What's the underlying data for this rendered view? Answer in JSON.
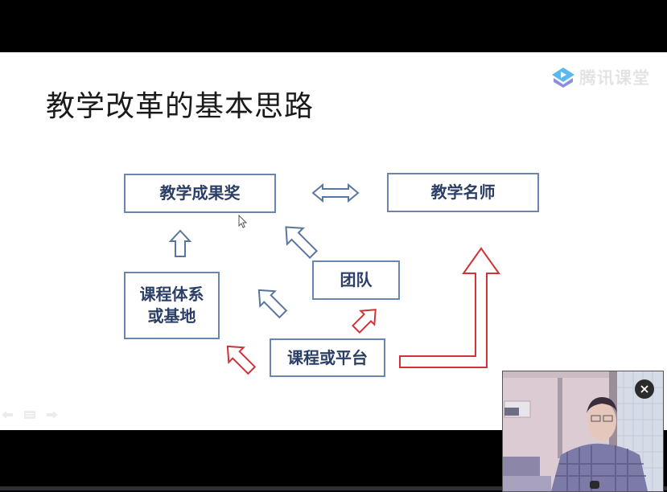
{
  "app": {
    "brand_name": "腾讯课堂",
    "brand_icon": "tencent-classroom-logo-icon"
  },
  "slide": {
    "title": "教学改革的基本思路",
    "boxes": {
      "award": "教学成果奖",
      "famous_teacher": "教学名师",
      "curriculum_system_line1": "课程体系",
      "curriculum_system_line2": "或基地",
      "team": "团队",
      "course_platform": "课程或平台"
    },
    "colors": {
      "box_border": "#6b86ad",
      "box_text": "#2b3f66",
      "blue_arrow": "#5a76a0",
      "red_arrow": "#d0333a"
    },
    "arrows": [
      {
        "from": "教学成果奖",
        "to": "教学名师",
        "type": "double-arrow",
        "color": "blue"
      },
      {
        "from": "课程体系或基地",
        "to": "教学成果奖",
        "type": "up-arrow",
        "color": "blue"
      },
      {
        "from": "团队",
        "to": "教学成果奖",
        "type": "diagonal-arrow",
        "color": "blue"
      },
      {
        "from": "团队",
        "to": "课程体系或基地",
        "type": "diagonal-arrow",
        "color": "blue"
      },
      {
        "from": "课程或平台",
        "to": "课程体系或基地",
        "type": "diagonal-arrow",
        "color": "red"
      },
      {
        "from": "课程或平台",
        "to": "团队",
        "type": "diagonal-arrow",
        "color": "red"
      },
      {
        "from": "课程或平台",
        "to": "教学名师",
        "type": "bent-up-arrow",
        "color": "red"
      }
    ]
  },
  "controls": {
    "prev_icon": "previous-slide-icon",
    "menu_icon": "slide-menu-icon",
    "next_icon": "next-slide-icon",
    "close_video_icon": "close-icon"
  }
}
